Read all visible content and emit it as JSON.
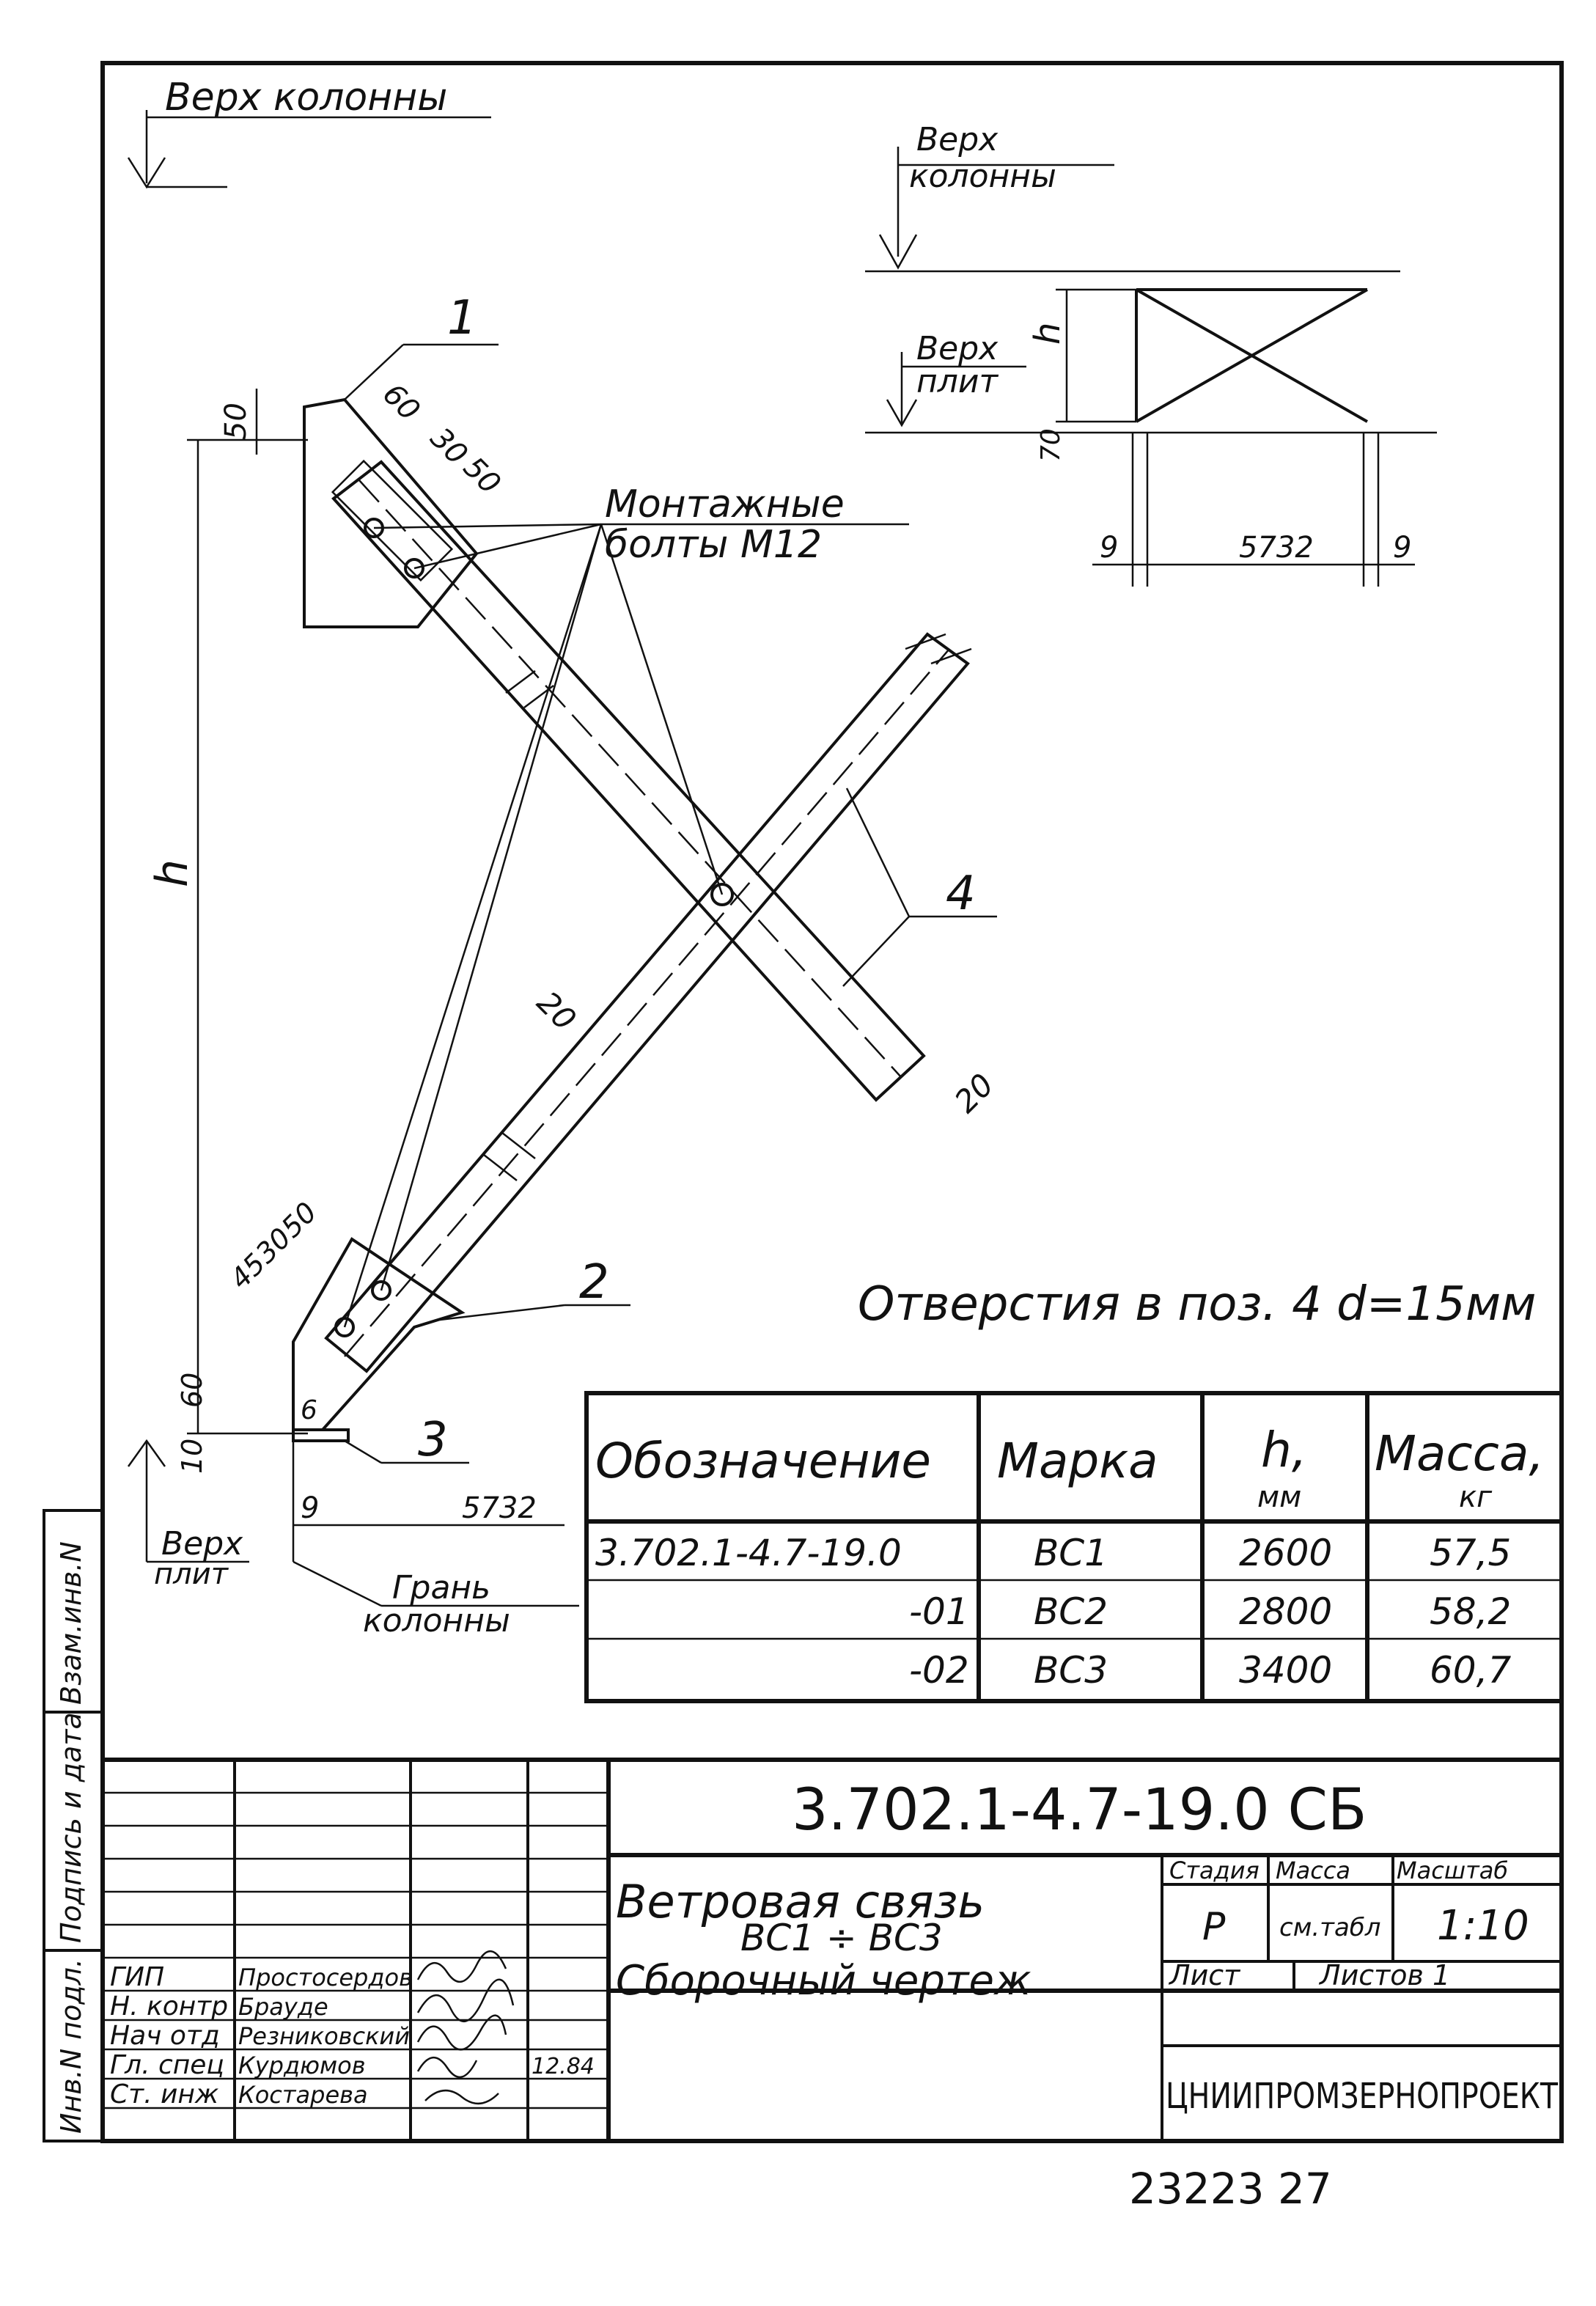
{
  "drawing": {
    "top_of_column": "Верх колонны",
    "top_of_column_small_1": "Верх",
    "top_of_column_small_2": "колонны",
    "top_of_slab_1": "Верх",
    "top_of_slab_2": "плит",
    "mounting_bolts_1": "Монтажные",
    "mounting_bolts_2": "болты М12",
    "column_face_1": "Грань",
    "column_face_2": "колонны",
    "holes_note": "Отверстия в поз. 4 d=15мм",
    "h_label": "h",
    "positions": [
      "1",
      "2",
      "3",
      "4"
    ],
    "dims": {
      "d50_top": "50",
      "d60": "60",
      "d30": "30",
      "d50b": "50",
      "d20_a": "20",
      "d20_b": "20",
      "d45": "45",
      "d30b": "30",
      "d50c": "50",
      "d60b": "60",
      "d10": "10",
      "d6": "6",
      "d9": "9",
      "d5732": "5732",
      "s_h": "h",
      "s_70": "70",
      "s_9a": "9",
      "s_5732": "5732",
      "s_9b": "9"
    }
  },
  "spec_table": {
    "headers": {
      "designation": "Обозначение",
      "mark": "Марка",
      "h": "h,",
      "h_unit": "мм",
      "mass": "Масса,",
      "mass_unit": "кг"
    },
    "rows": [
      {
        "designation": "3.702.1-4.7-19.0",
        "mark": "ВС1",
        "h": "2600",
        "mass": "57,5"
      },
      {
        "designation": "-01",
        "mark": "ВС2",
        "h": "2800",
        "mass": "58,2"
      },
      {
        "designation": "-02",
        "mark": "ВС3",
        "h": "3400",
        "mass": "60,7"
      }
    ]
  },
  "title_block": {
    "doc_code": "3.702.1-4.7-19.0 СБ",
    "title_1": "Ветровая связь",
    "title_2": "ВС1 ÷ ВС3",
    "title_3": "Сборочный чертеж",
    "stage_label": "Стадия",
    "mass_label": "Масса",
    "scale_label": "Масштаб",
    "stage_value": "Р",
    "mass_value": "см.табл",
    "scale_value": "1:10",
    "sheet_label": "Лист",
    "sheets_label": "Листов 1",
    "organization": "ЦНИИПРОМЗЕРНОПРОЕКТ",
    "date": "12.84",
    "signers": [
      {
        "role": "ГИП",
        "name": "Простосердов"
      },
      {
        "role": "Н. контр",
        "name": "Брауде"
      },
      {
        "role": "Нач отд",
        "name": "Резниковский"
      },
      {
        "role": "Гл. спец",
        "name": "Курдюмов"
      },
      {
        "role": "Ст. инж",
        "name": "Костарева"
      }
    ]
  },
  "side_strip": {
    "field_1": "Инв.N подл.",
    "field_2": "Подпись и дата",
    "field_3": "Взам.инв.N"
  },
  "footer_number": "23223 27"
}
